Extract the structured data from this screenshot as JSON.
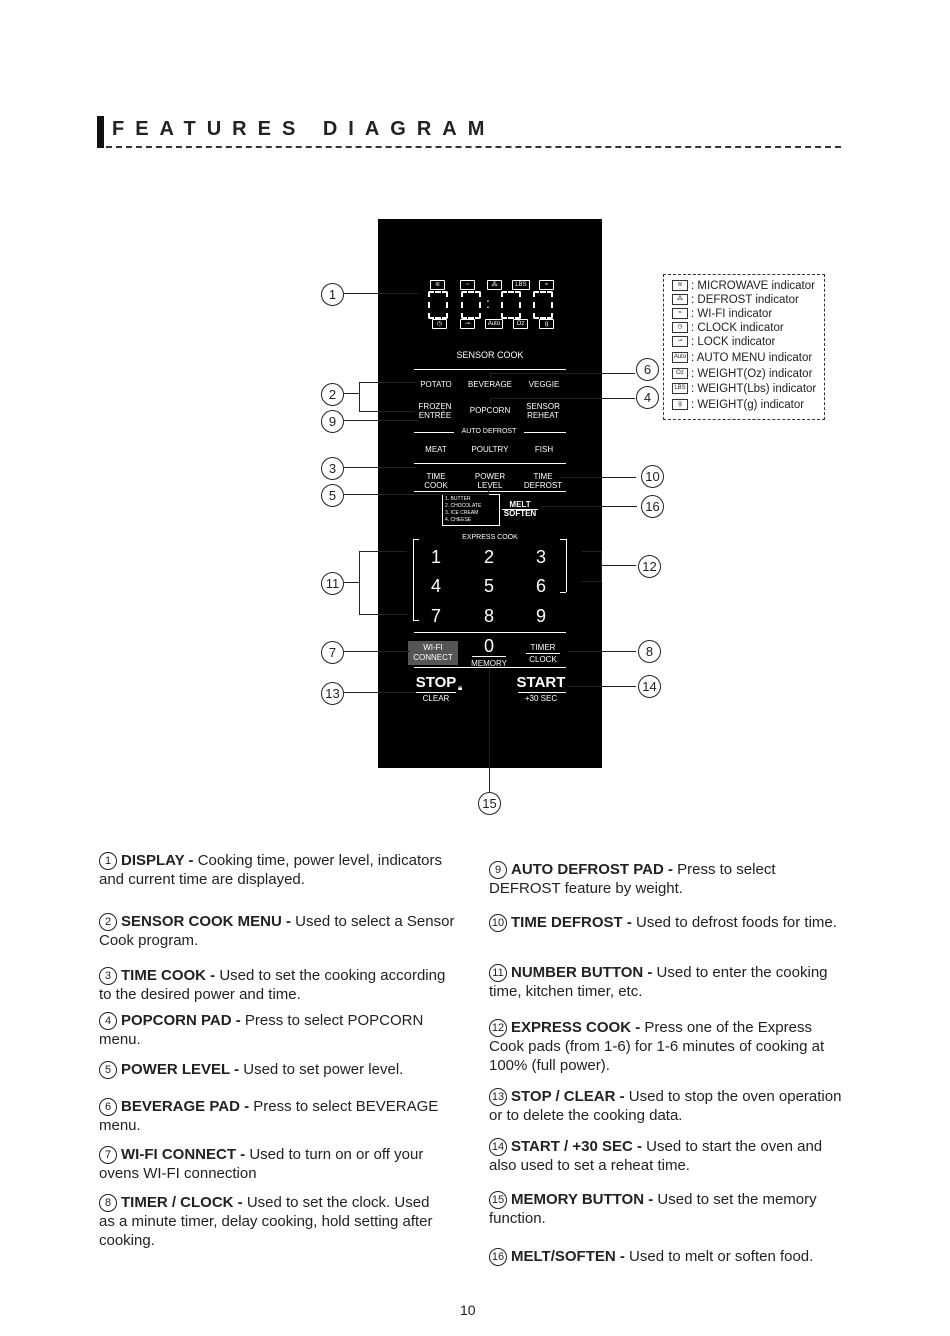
{
  "heading": {
    "title": "FEATURES DIAGRAM"
  },
  "panel": {
    "sensor_cook": "SENSOR COOK",
    "potato": "POTATO",
    "beverage": "BEVERAGE",
    "veggie": "VEGGIE",
    "frozen_entree": "FROZEN\nENTRÉE",
    "popcorn": "POPCORN",
    "sensor_reheat": "SENSOR\nREHEAT",
    "auto_defrost": "AUTO DEFROST",
    "meat": "MEAT",
    "poultry": "POULTRY",
    "fish": "FISH",
    "time_cook": "TIME\nCOOK",
    "power_level": "POWER\nLEVEL",
    "time_defrost": "TIME\nDEFROST",
    "melt_list": "1. BUTTER\n2. CHOCOLATE\n3. ICE CREAM\n4. CHEESE",
    "melt_soften": "MELT\nSOFTEN",
    "express_cook": "EXPRESS COOK",
    "digits": [
      "1",
      "2",
      "3",
      "4",
      "5",
      "6",
      "7",
      "8",
      "9"
    ],
    "zero": "0",
    "memory": "MEMORY",
    "wifi_connect": "WI-FI\nCONNECT",
    "timer_clock": "TIMER\nCLOCK",
    "stop": "STOP",
    "clear": "CLEAR",
    "start": "START",
    "plus30": "+30 SEC",
    "display_icons_top": [
      "microwave-icon",
      "defrost-icon",
      "lbs-text",
      "wifi-icon"
    ],
    "display_lbs": "LBS",
    "display_auto": "Auto",
    "display_oz": "Oz",
    "display_g": "g"
  },
  "callouts": [
    "1",
    "2",
    "9",
    "3",
    "5",
    "11",
    "7",
    "13",
    "6",
    "4",
    "10",
    "16",
    "12",
    "8",
    "14",
    "15"
  ],
  "legend": [
    ": MICROWAVE indicator",
    ": DEFROST indicator",
    ": WI-FI indicator",
    ": CLOCK indicator",
    ": LOCK indicator",
    ": AUTO MENU indicator",
    ": WEIGHT(Oz) indicator",
    ": WEIGHT(Lbs) indicator",
    ": WEIGHT(g) indicator"
  ],
  "legend_icon_text": {
    "auto": "Auto",
    "oz": "Oz",
    "lbs": "LBS",
    "g": "g"
  },
  "descriptions": [
    {
      "num": "1",
      "title": "DISPLAY -",
      "text": " Cooking time, power level, indicators and current time are displayed."
    },
    {
      "num": "2",
      "title": "SENSOR COOK MENU -",
      "text": " Used to select a Sensor Cook program."
    },
    {
      "num": "3",
      "title": "TIME COOK -",
      "text": " Used to set the cooking according to the desired power and time."
    },
    {
      "num": "4",
      "title": "POPCORN PAD -",
      "text": " Press to select POPCORN menu."
    },
    {
      "num": "5",
      "title": "POWER LEVEL -",
      "text": " Used to set power level."
    },
    {
      "num": "6",
      "title": "BEVERAGE PAD -",
      "text": " Press to select BEVERAGE menu."
    },
    {
      "num": "7",
      "title": "WI-FI CONNECT -",
      "text": " Used to turn on or off your ovens WI-FI connection"
    },
    {
      "num": "8",
      "title": "TIMER / CLOCK -",
      "text": " Used to set the clock. Used as a minute timer, delay cooking, hold setting after cooking."
    },
    {
      "num": "9",
      "title": "AUTO DEFROST PAD -",
      "text": " Press to select DEFROST feature by weight."
    },
    {
      "num": "10",
      "title": "TIME DEFROST -",
      "text": " Used to defrost foods for time."
    },
    {
      "num": "11",
      "title": "NUMBER BUTTON -",
      "text": " Used to enter the cooking time, kitchen timer, etc."
    },
    {
      "num": "12",
      "title": "EXPRESS COOK -",
      "text": " Press one of the Express Cook pads (from 1-6) for 1-6 minutes of cooking at 100% (full power)."
    },
    {
      "num": "13",
      "title": "STOP / CLEAR -",
      "text": " Used to stop the oven operation or to delete the cooking data."
    },
    {
      "num": "14",
      "title": "START / +30 SEC -",
      "text": " Used to start the oven and also used to set a reheat time."
    },
    {
      "num": "15",
      "title": "MEMORY BUTTON -",
      "text": " Used to set the memory function."
    },
    {
      "num": "16",
      "title": "MELT/SOFTEN -",
      "text": " Used to melt or soften food."
    }
  ],
  "page_number": "10"
}
